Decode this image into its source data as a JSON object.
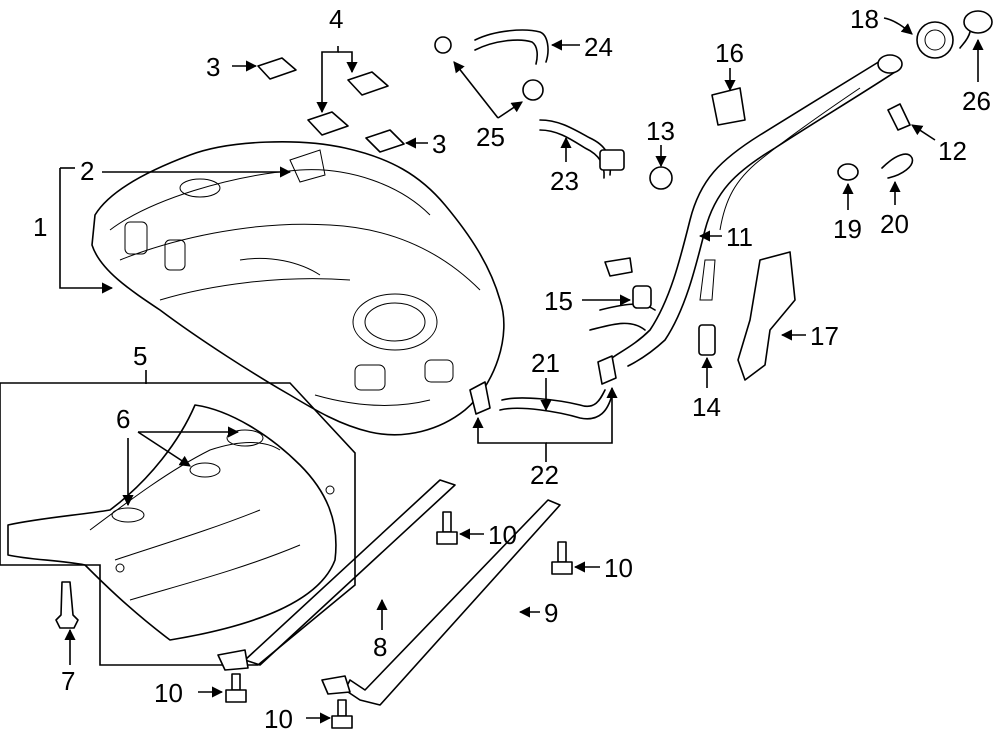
{
  "diagram": {
    "callouts": {
      "c1": "1",
      "c2": "2",
      "c3a": "3",
      "c3b": "3",
      "c4": "4",
      "c5": "5",
      "c6": "6",
      "c7": "7",
      "c8": "8",
      "c9": "9",
      "c10a": "10",
      "c10b": "10",
      "c10c": "10",
      "c10d": "10",
      "c11": "11",
      "c12": "12",
      "c13": "13",
      "c14": "14",
      "c15": "15",
      "c16": "16",
      "c17": "17",
      "c18": "18",
      "c19": "19",
      "c20": "20",
      "c21": "21",
      "c22": "22",
      "c23": "23",
      "c24": "24",
      "c25": "25",
      "c26": "26"
    }
  }
}
